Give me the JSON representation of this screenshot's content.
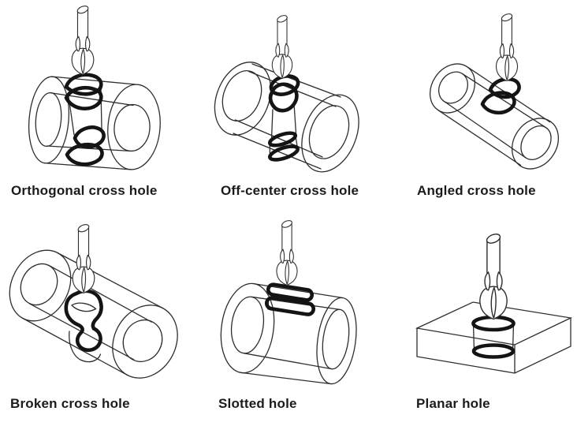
{
  "page": {
    "background_color": "#ffffff",
    "thin_line_color": "#2e2e2e",
    "bold_line_color": "#141414",
    "label_color": "#1b1b1b"
  },
  "figures": [
    {
      "label": "Orthogonal cross hole",
      "icon": "drill-bit-over-cylinder-orthogonal-hole-icon"
    },
    {
      "label": "Off-center cross hole",
      "icon": "drill-bit-over-cylinder-offcenter-hole-icon"
    },
    {
      "label": "Angled cross hole",
      "icon": "drill-bit-over-tilted-cylinder-angled-hole-icon"
    },
    {
      "label": "Broken cross hole",
      "icon": "drill-bit-over-cylinder-broken-hole-icon"
    },
    {
      "label": "Slotted hole",
      "icon": "drill-bit-over-cylinder-slot-icon"
    },
    {
      "label": "Planar hole",
      "icon": "drill-bit-over-flat-plate-hole-icon"
    }
  ]
}
